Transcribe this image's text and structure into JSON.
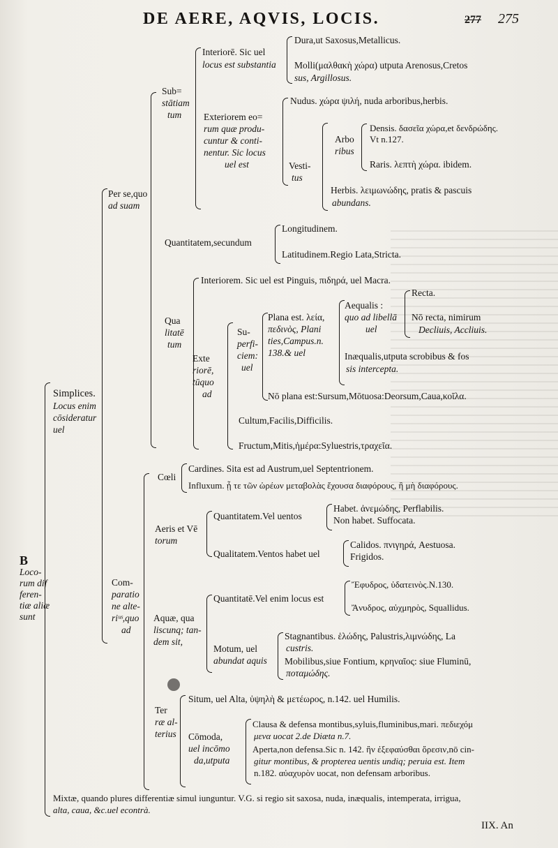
{
  "header": {
    "title": "DE AERE, AQVIS, LOCIS.",
    "folio_old": "277",
    "folio_new": "275"
  },
  "signature_mark": "B",
  "root": [
    "Loco-",
    "rum dif",
    "feren-",
    "tiæ aliæ",
    "sunt"
  ],
  "simplices": [
    "Simplices.",
    "Locus enim",
    "cōsideratur",
    "uel"
  ],
  "perse": [
    "Per se,quo",
    "ad suam"
  ],
  "substantiam": [
    "Sub=",
    "stātiam",
    "tum"
  ],
  "interiore": [
    "Interiorē. Sic uel",
    "locus est substantia"
  ],
  "dura": "Dura,ut Saxosus,Metallicus.",
  "molli": [
    "Molli(μαλθακὴ χώρα) utputa Arenosus,Cretos",
    "sus, Argillosus."
  ],
  "exteriorem": [
    "Exteriorem eo=",
    "rum quæ produ-",
    "cuntur & conti-",
    "nentur. Sic locus",
    "uel est"
  ],
  "nudus": "Nudus. χώρα ψιλή, nuda arboribus,herbis.",
  "vestitus": [
    "Vesti-",
    "tus"
  ],
  "arboribus": [
    "Arbo",
    "ribus"
  ],
  "densis": [
    "Densis. δασεῖα χώρα,et δενδρώδης. Vt n.127."
  ],
  "raris": "Raris. λεπτὴ χώρα. ibidem.",
  "herbis": [
    "Herbis. λειμωνώδης, pratis & pascuis",
    "abundans."
  ],
  "quantitatem": "Quantitatem,secundum",
  "longitudinem": "Longitudinem.",
  "latitudinem": "Latitudinem.Regio Lata,Stricta.",
  "qualitatem": [
    "Qua",
    "litatē",
    "tum"
  ],
  "interiorem_q": "Interiorem. Sic uel est Pinguis, πιδηρά, uel Macra.",
  "exteriore": [
    "Exte",
    "riorē,",
    "tūquo",
    "ad"
  ],
  "superficiem": [
    "Su-",
    "perfi-",
    "ciem:",
    "uel"
  ],
  "plana": [
    "Plana est. λεία,",
    "πεδινὸς, Plani",
    "ties,Campus.n.",
    "138.& uel"
  ],
  "aequalis": [
    "Aequalis :",
    "quo ad libellā",
    "uel"
  ],
  "recta": "Recta.",
  "nonrecta": [
    "Nō recta, nimirum",
    "Decliuis, Accliuis."
  ],
  "inaequalis": [
    "Inæqualis,utputa scrobibus & fos",
    "sis intercepta."
  ],
  "noplana": "Nō plana est:Sursum,Mōtuosa:Deorsum,Caua,κοῖλα.",
  "cultum": "Cultum,Facilis,Difficilis.",
  "fructum": "Fructum,Mitis,ἡμέρα:Syluestris,τραχεῖα.",
  "comparatione": [
    "Com-",
    "paratio",
    "ne alte-",
    "riᵘˢ,quo",
    "ad"
  ],
  "coeli": "Cœli",
  "cardines": "Cardines. Sita est ad Austrum,uel Septentrionem.",
  "influxum": "Influxum. ᾗ τε τῶν ὡρέων μεταβολὰς ἔχουσα διαφόρους, ἢ μὴ διαφόρους.",
  "aeris": [
    "Aeris et Vē",
    "torum"
  ],
  "quantitatem_v": "Quantitatem.Vel uentos",
  "habet": "Habet. ἀνεμώδης, Perflabilis.",
  "nonhabet": "Non habet. Suffocata.",
  "qualitatem_v": "Qualitatem.Ventos habet uel",
  "calidos": "Calidos. πνιγηρά, Aestuosa.",
  "frigidos": "Frigidos.",
  "aquae": [
    "Aquæ, qua",
    "liscunq; tan-",
    "dem sit,"
  ],
  "quantitate_a": "Quantitatē.Vel enim locus est",
  "ephydros": "Ἔφυδρος, ὑδατεινὸς.N.130.",
  "anydros": "Ἄνυδρος, αὐχμηρὸς, Squallidus.",
  "motum": [
    "Motum, uel",
    "abundat aquis"
  ],
  "stagnantibus": [
    "Stagnantibus. ἑλώδης, Palustris,λιμνώδης, La",
    "custris."
  ],
  "mobilibus": [
    "Mobilibus,siue Fontium, κρηναῖος: siue Fluminū,",
    "ποταμώδης."
  ],
  "terrae": [
    "Ter",
    "ræ al-",
    "terius"
  ],
  "situm": "Situm, uel Alta, ὑψηλὴ & μετέωρος, n.142. uel Humilis.",
  "commoda": [
    "Cōmoda,",
    "uel incōmo",
    "da,utputa"
  ],
  "clausa": [
    "Clausa & defensa montibus,syluis,fluminibus,mari. πεδιεχόμ",
    "μενα uocat 2.de Diæta n.7."
  ],
  "aperta": [
    "Aperta,non defensa.Sic n. 142. ἢν ἐξεφαύσθαι ὄρεσιν,nō cin-",
    "gitur montibus, & propterea uentis undiq; peruia est. Item",
    "n.182. αὐαχυρὸν uocat, non defensam arboribus."
  ],
  "mixtae": [
    "Mixtæ, quando plures differentiæ simul iunguntur. V.G. si regio sit saxosa, nuda, inæqualis, intemperata, irrigua,",
    "alta, caua, &c.uel econtrà."
  ],
  "catchword": "IIX. An"
}
